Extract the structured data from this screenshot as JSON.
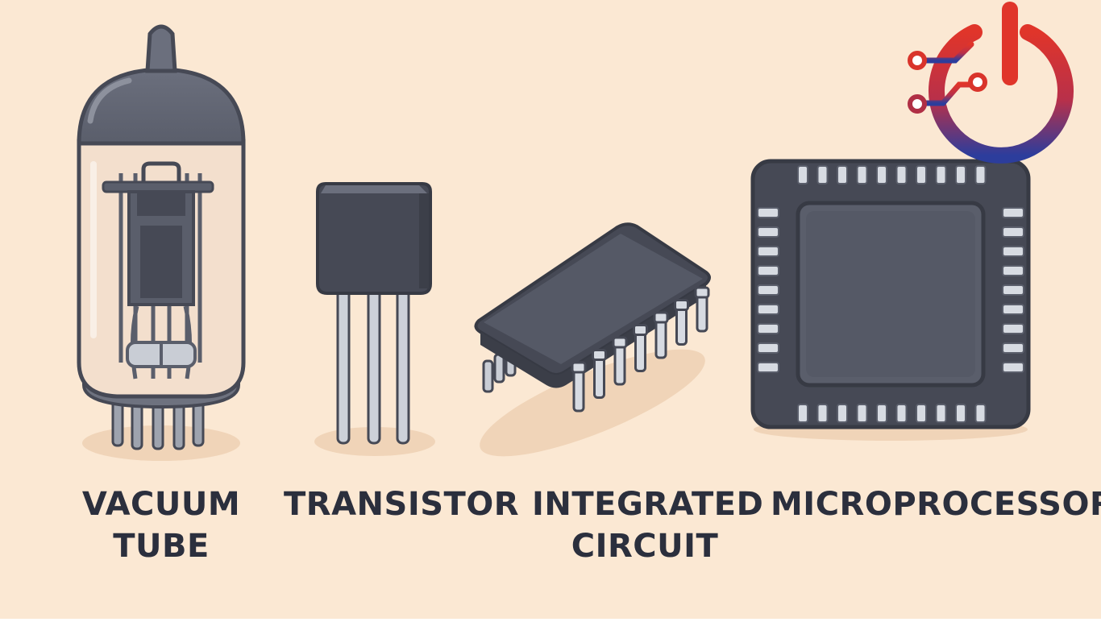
{
  "colors": {
    "background": "#fbe8d3",
    "component_dark": "#464955",
    "component_mid": "#5a5e6b",
    "pin_light": "#d7dbe2",
    "glass": "#f3dfcd",
    "shadow": "#f0d4b8",
    "label_text": "#2b2f3d",
    "logo_red": "#d9342b",
    "logo_blue": "#2c3d9c"
  },
  "logo": {
    "icon": "power-circuit-logo-icon"
  },
  "components": [
    {
      "id": "vacuum-tube",
      "icon": "vacuum-tube-icon",
      "label_lines": [
        "VACUUM",
        "TUBE"
      ]
    },
    {
      "id": "transistor",
      "icon": "transistor-icon",
      "label_lines": [
        "TRANSISTOR"
      ]
    },
    {
      "id": "integrated-circuit",
      "icon": "integrated-circuit-icon",
      "label_lines": [
        "INTEGRATED",
        "CIRCUIT"
      ]
    },
    {
      "id": "microprocessor",
      "icon": "microprocessor-icon",
      "label_lines": [
        "MICROPROCESSOR"
      ]
    }
  ]
}
